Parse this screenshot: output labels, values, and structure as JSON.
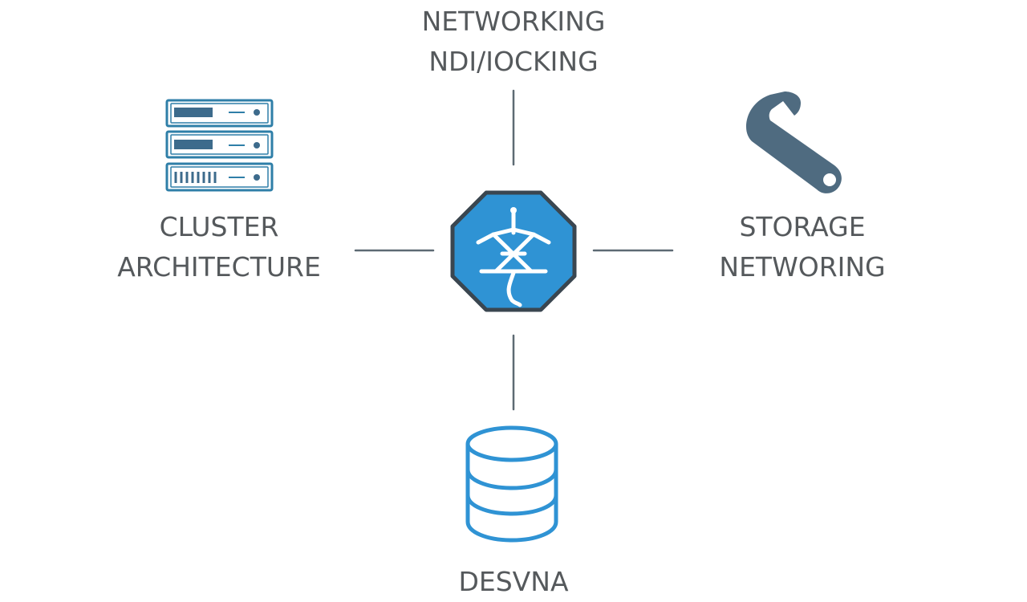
{
  "diagram": {
    "center_node": {
      "icon": "kubernetes-helm-icon",
      "fill_color": "#2f93d4",
      "border_color": "#3a4650"
    },
    "nodes": {
      "top": {
        "icon": "none",
        "line1": "NETWORKING",
        "line2": "NDI/IOCKING"
      },
      "left": {
        "icon": "server-rack-icon",
        "line1": "CLUSTER",
        "line2": "ARCHITECTURE"
      },
      "right": {
        "icon": "wrench-icon",
        "line1": "STORAGE",
        "line2": "NETWORING"
      },
      "bottom": {
        "icon": "database-icon",
        "line1": "DESVNA"
      }
    },
    "colors": {
      "text": "#55595c",
      "connector": "#5d6a73",
      "server_icon": "#2f7fa8",
      "wrench_icon": "#4f6b80",
      "database_icon": "#2f93d4"
    }
  }
}
